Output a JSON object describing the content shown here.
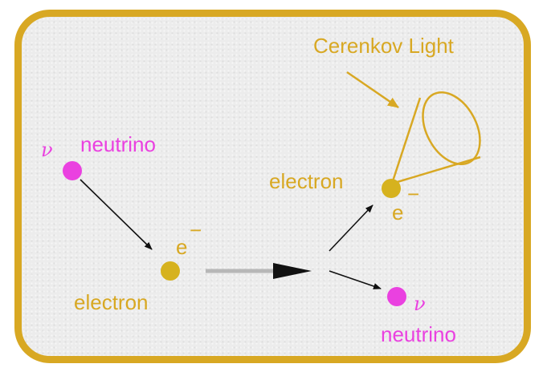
{
  "labels": {
    "cerenkov": "Cerenkov Light",
    "neutrino_in": "neutrino",
    "neutrino_out": "neutrino",
    "electron_target": "electron",
    "electron_scattered": "electron",
    "e_target": "e",
    "e_scattered": "e",
    "minus_target": "−",
    "minus_scattered": "−",
    "nu_in": "ν",
    "nu_out": "ν"
  },
  "colors": {
    "border": "#d8a823",
    "gold_text": "#d8a823",
    "electron_dot": "#d6b21e",
    "neutrino": "#ea41e0",
    "arrow": "#111111",
    "background": "#ececec"
  }
}
